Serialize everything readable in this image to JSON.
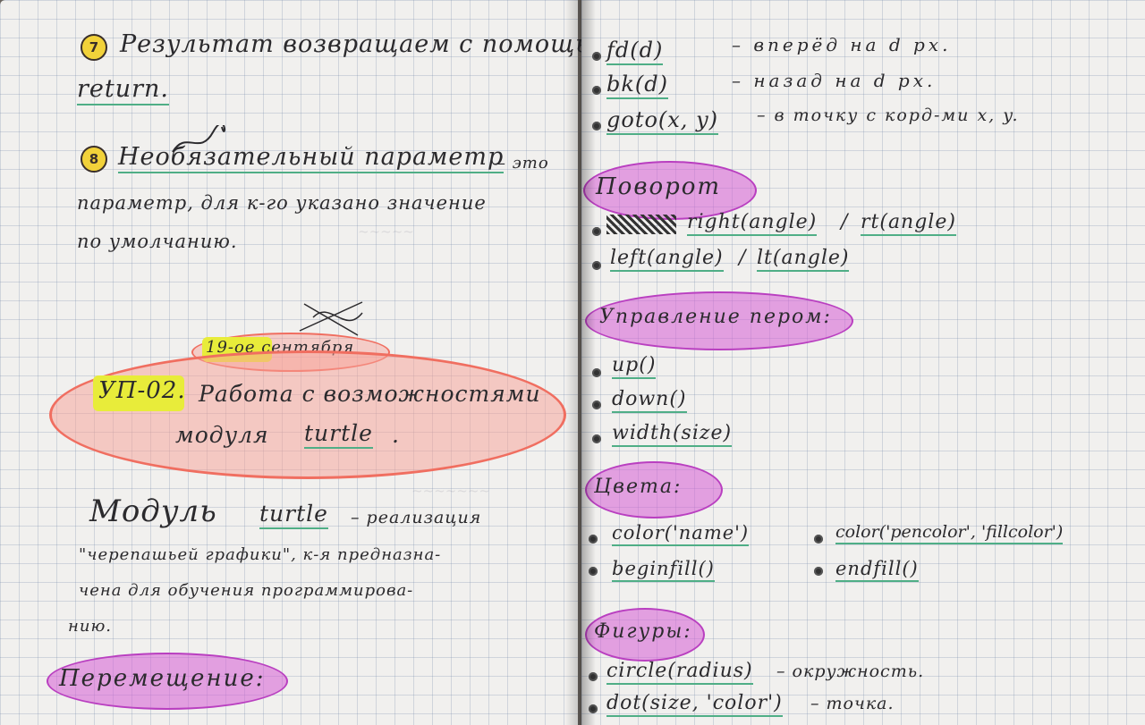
{
  "left_page": {
    "item7": {
      "number": "7",
      "line1": "Результат возвращаем с помощью",
      "line2": "return."
    },
    "item8": {
      "number": "8",
      "line1_term": "Необязательный параметр",
      "line1_rest": "– это",
      "line2": "параметр, для к-го указано значение",
      "line3": "по умолчанию."
    },
    "date": "19-ое сентября",
    "lesson": {
      "code": "УП-02.",
      "line1": "Работа с возможностями",
      "line2_a": "модуля",
      "line2_term": "turtle",
      "line2_end": "."
    },
    "paragraph": {
      "line1_a": "Модуль",
      "line1_term": "turtle",
      "line1_b": "– реализация",
      "line2": "\"черепашьей графики\", к-я предназна-",
      "line3": "чена для обучения программирова-",
      "line4": "нию."
    },
    "section_move": "Перемещение:"
  },
  "right_page": {
    "move_items": [
      {
        "code": "fd(d)",
        "desc": "– вперёд на d px."
      },
      {
        "code": "bk(d)",
        "desc": "– назад на d px."
      },
      {
        "code": "goto(x, y)",
        "desc": "– в точку с корд-ми x, y."
      }
    ],
    "section_turn": "Поворот",
    "turn_items": [
      {
        "a": "right(angle)",
        "b": "rt(angle)"
      },
      {
        "a": "left(angle)",
        "b": "lt(angle)"
      }
    ],
    "section_pen": "Управление пером:",
    "pen_items": [
      "up()",
      "down()",
      "width(size)"
    ],
    "section_color": "Цвета:",
    "color_items": [
      "color('name')",
      "beginfill()"
    ],
    "color_items_right": [
      "color('pencolor', 'fillcolor')",
      "endfill()"
    ],
    "section_shapes": "Фигуры:",
    "shape_items": [
      {
        "code": "circle(radius)",
        "desc": "– окружность."
      },
      {
        "code": "dot(size, 'color')",
        "desc": "– точка."
      }
    ]
  },
  "colors": {
    "underline_green": "#4fae86",
    "highlight_pink": "#d65cd6",
    "highlight_red": "#f06e60",
    "highlight_yellow": "#e8ec3a",
    "ink": "#2b2a2d"
  }
}
